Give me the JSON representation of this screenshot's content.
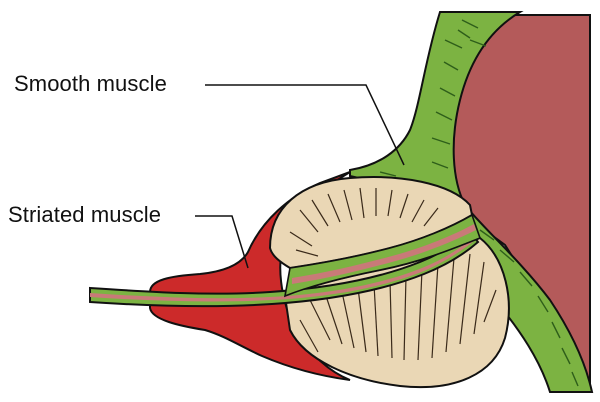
{
  "labels": {
    "smooth_muscle": "Smooth muscle",
    "striated_muscle": "Striated muscle"
  },
  "colors": {
    "bladder_wall": "#b45a5a",
    "smooth_muscle_green": "#7cb342",
    "striated_muscle_red": "#cc2a2a",
    "prostate_tan": "#ead7b5",
    "outline": "#111111",
    "urethra_pink": "#c97a78",
    "background": "#ffffff"
  },
  "icons": {
    "leader_line": "leader-line",
    "bladder": "bladder-shape",
    "prostate": "prostate-shape",
    "urethra": "urethra-tube"
  }
}
